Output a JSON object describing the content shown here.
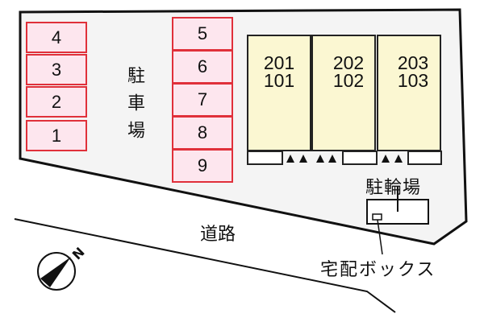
{
  "map": {
    "parking_label": "駐車場",
    "parking_spaces_left": [
      "4",
      "3",
      "2",
      "1"
    ],
    "parking_spaces_right": [
      "5",
      "6",
      "7",
      "8",
      "9"
    ],
    "units": [
      {
        "upper": "201",
        "lower": "101"
      },
      {
        "upper": "202",
        "lower": "102"
      },
      {
        "upper": "203",
        "lower": "103"
      }
    ],
    "bicycle_parking_label": "駐輪場",
    "delivery_box_label": "宅配ボックス",
    "road_label": "道路",
    "compass_label": "N"
  },
  "colors": {
    "lot_fill": "#f4f4f4",
    "parking_fill": "#fde6ee",
    "parking_border": "#e0303a",
    "building_fill": "#fbf7d2"
  }
}
